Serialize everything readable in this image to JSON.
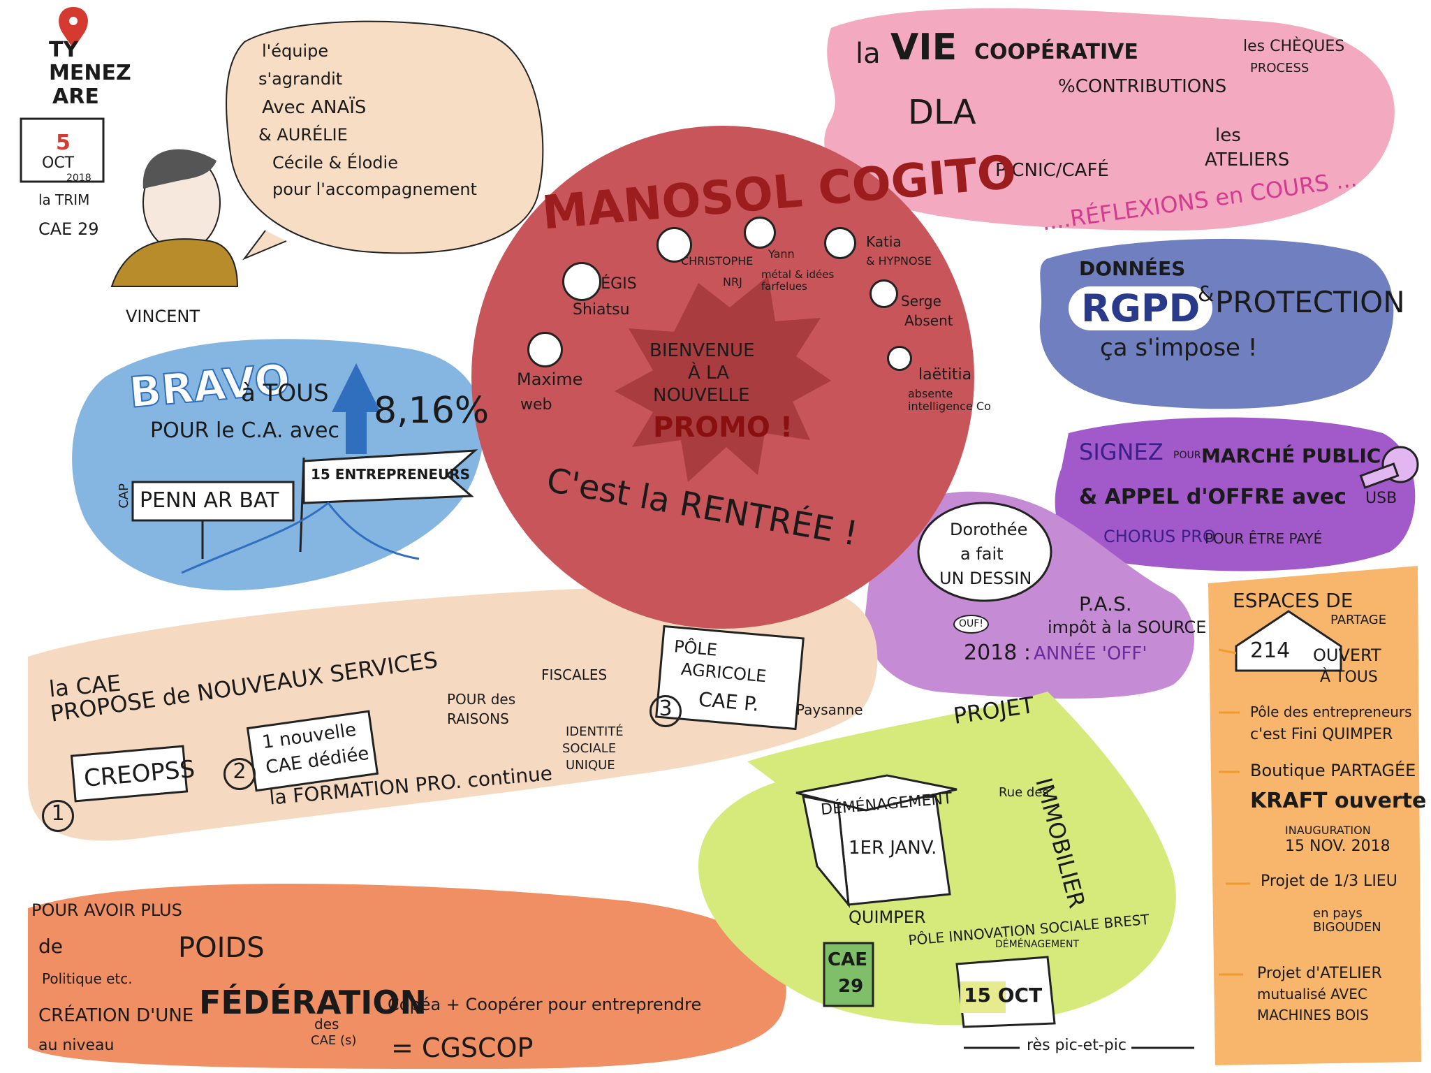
{
  "colors": {
    "pink_blob": "#f3a9bf",
    "red_circle": "#c8555a",
    "red_star": "#a93c3f",
    "blue_blob": "#85b6e2",
    "indigo_blob": "#6f7fbf",
    "violet_blob": "#a259c9",
    "purple_blob": "#c58bd5",
    "beige_bubble": "#f7ddc4",
    "beige_band": "#f6d9c1",
    "orange_blob": "#f08f64",
    "lime_blob": "#d6ea7c",
    "orange_box": "#f7b66c",
    "marker_red": "#d43a2f",
    "marker_blue": "#2f6fbd"
  },
  "header": {
    "place_line1": "TY",
    "place_line2": "MENEZ",
    "place_line3": "ARE",
    "day": "5",
    "month": "OCT",
    "year": "2018",
    "event": "la TRIM",
    "org": "CAE 29",
    "pin_icon": "map-pin-icon",
    "calendar_icon": "calendar-icon"
  },
  "team_bubble": {
    "lines": [
      "l'équipe",
      "s'agrandit",
      "Avec ANAÏS",
      "& AURÉLIE",
      "Cécile & Élodie",
      "pour l'accompagnement"
    ],
    "portrait_name": "VINCENT"
  },
  "vie_cooperative": {
    "title_part1": "la",
    "title_part2": "VIE",
    "title_part3": "COOPÉRATIVE",
    "dla": "DLA",
    "contributions": "%CONTRIBUTIONS",
    "cheques_line1": "les CHÈQUES",
    "cheques_line2": "PROCESS",
    "picnic": "PICNIC/CAFÉ",
    "ateliers_line1": "les",
    "ateliers_line2": "ATELIERS",
    "reflexions": "....RÉFLEXIONS en COURS ..."
  },
  "center": {
    "title": "MANOSOL COGITO",
    "people": [
      {
        "name": "RÉGIS",
        "role": "Shiatsu"
      },
      {
        "name": "CHRISTOPHE",
        "role": "NRJ"
      },
      {
        "name": "Yann",
        "role": "métal & idées farfelues"
      },
      {
        "name": "Katia",
        "role": "& HYPNOSE"
      },
      {
        "name": "Maxime",
        "role": "web"
      },
      {
        "name": "Serge",
        "role": "Absent"
      },
      {
        "name": "laëtitia",
        "role": "absente intelligence Co"
      }
    ],
    "star_line1": "BIENVENUE",
    "star_line2": "À LA",
    "star_line3": "NOUVELLE",
    "star_line4": "PROMO !",
    "rentree": "C'est la RENTRÉE !"
  },
  "bravo": {
    "title": "BRAVO",
    "line1": "à TOUS",
    "line2": "POUR le C.A. avec",
    "percent": "8,16%",
    "flag_text": "15 ENTREPRENEURS",
    "sign_text": "PENN AR BAT",
    "cap": "CAP"
  },
  "rgpd": {
    "donnees": "DONNÉES",
    "rgpd": "RGPD",
    "amp": "&",
    "protection": "PROTECTION",
    "impose": "ça s'impose !"
  },
  "marche_public": {
    "signez": "SIGNEZ",
    "pour": "POUR",
    "marche": "MARCHÉ PUBLIC",
    "appel": "& APPEL d'OFFRE avec",
    "usb": "USB",
    "chorus": "CHORUS PRO",
    "etre_paye": "POUR ÊTRE PAYÉ",
    "key_icon": "usb-key-icon"
  },
  "dorothee": {
    "bubble": [
      "Dorothée",
      "a fait",
      "UN DESSIN"
    ],
    "ouf": "OUF!",
    "pas": "P.A.S.",
    "impot": "impôt à la SOURCE",
    "annee_prefix": "2018 :",
    "annee": "ANNÉE 'OFF'"
  },
  "espaces": {
    "title_line1": "ESPACES DE",
    "title_line2": "PARTAGE",
    "number": "214",
    "ouvert": "OUVERT",
    "a_tous": "À TOUS",
    "items": [
      {
        "line1": "Pôle des entrepreneurs",
        "line2": "c'est Fini QUIMPER"
      },
      {
        "line1": "Boutique PARTAGÉE",
        "line2": "KRAFT ouverte"
      },
      {
        "line1": "INAUGURATION",
        "line2": "15 NOV. 2018"
      },
      {
        "line1": "Projet de 1/3 LIEU",
        "line2": "en pays BIGOUDEN"
      },
      {
        "line1": "Projet d'ATELIER",
        "line2": "mutualisé AVEC",
        "line3": "MACHINES BOIS"
      }
    ]
  },
  "services": {
    "title_line1": "la CAE",
    "title_line2": "PROPOSE de NOUVEAUX SERVICES",
    "n1": "1",
    "creopss": "CREOPSS",
    "n2": "2",
    "cae_dediee_line1": "1 nouvelle",
    "cae_dediee_line2": "CAE dédiée",
    "formation": "la FORMATION PRO. continue",
    "raisons_line1": "POUR des",
    "raisons_line2": "RAISONS",
    "fiscales": "FISCALES",
    "identite": [
      "IDENTITÉ",
      "SOCIALE",
      "UNIQUE"
    ],
    "n3": "3",
    "pole_line1": "PÔLE",
    "pole_line2": "AGRICOLE",
    "pole_line3": "CAE P.",
    "paysanne": "Paysanne"
  },
  "immobilier": {
    "projet": "PROJET",
    "immobilier": "IMMOBILIER",
    "demenagement": "DÉMÉNAGEMENT",
    "date": "1ER JANV.",
    "rue": "Rue des",
    "quimper": "QUIMPER",
    "cae_door_line1": "CAE",
    "cae_door_line2": "29",
    "pole_innovation": "PÔLE INNOVATION SOCIALE BREST",
    "demenagement2": "DÉMÉNAGEMENT",
    "date2": "15 OCT"
  },
  "poids": {
    "line1": "POUR AVOIR PLUS",
    "de": "de",
    "poids": "POIDS",
    "politique": "Politique etc.",
    "creation": "CRÉATION D'UNE",
    "federation": "FÉDÉRATION",
    "des": "des",
    "cae": "CAE (s)",
    "au_niveau": "au niveau",
    "copea": "Copéa + Coopérer pour entreprendre",
    "cgscop": "= CGSCOP"
  },
  "signature": "rès pic-et-pic"
}
